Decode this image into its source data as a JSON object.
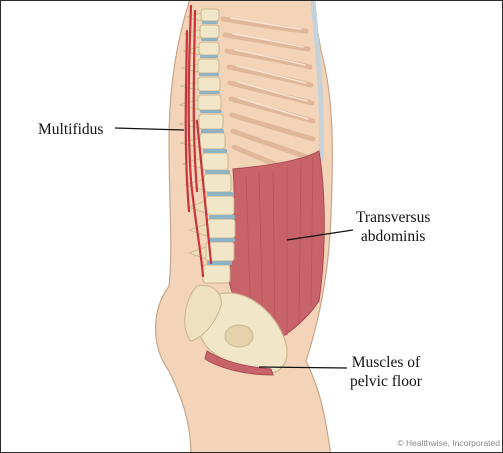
{
  "labels": {
    "multifidus": "Multifidus",
    "transversus_line1": "Transversus",
    "transversus_line2": "abdominis",
    "pelvic_line1": "Muscles of",
    "pelvic_line2": "pelvic floor"
  },
  "credit": "© Healthwise, Incorporated",
  "colors": {
    "skin": "#f3d4b8",
    "skin_outline": "#c9a48a",
    "bone": "#f2e6c8",
    "disc": "#8fb3c2",
    "muscle": "#c9636a",
    "nerve_red": "#c8343a",
    "rib": "#e9c6ad"
  }
}
